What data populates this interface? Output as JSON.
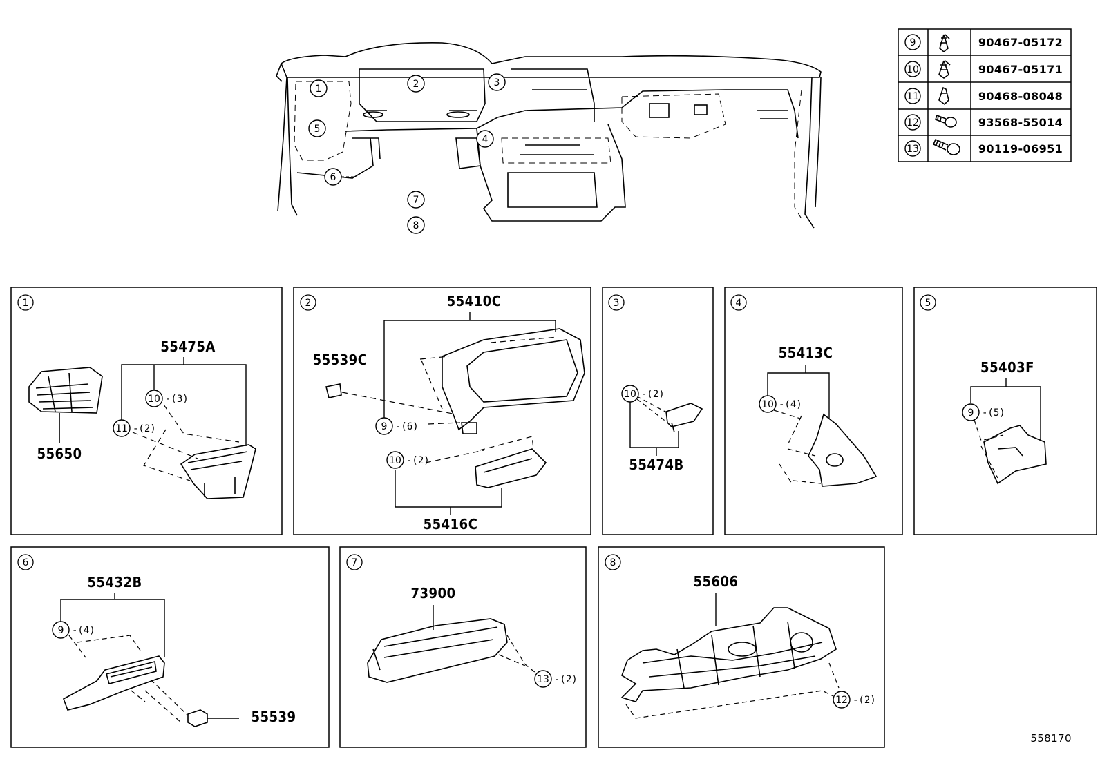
{
  "legend": [
    {
      "ref": "9",
      "part": "90467-05172",
      "icon": "clip-icon"
    },
    {
      "ref": "10",
      "part": "90467-05171",
      "icon": "clip-icon"
    },
    {
      "ref": "11",
      "part": "90468-08048",
      "icon": "clip-icon"
    },
    {
      "ref": "12",
      "part": "93568-55014",
      "icon": "screw-icon"
    },
    {
      "ref": "13",
      "part": "90119-06951",
      "icon": "bolt-icon"
    }
  ],
  "overview_callouts": [
    "1",
    "2",
    "3",
    "4",
    "5",
    "6",
    "7",
    "8"
  ],
  "panels": {
    "p1": {
      "num": "1",
      "parts": [
        "55475A",
        "55650"
      ],
      "refs": [
        {
          "ref": "10",
          "qty": "-(3)"
        },
        {
          "ref": "11",
          "qty": "-(2)"
        }
      ]
    },
    "p2": {
      "num": "2",
      "parts": [
        "55410C",
        "55539C",
        "55416C"
      ],
      "refs": [
        {
          "ref": "9",
          "qty": "-(6)"
        },
        {
          "ref": "10",
          "qty": "-(2)"
        }
      ]
    },
    "p3": {
      "num": "3",
      "parts": [
        "55474B"
      ],
      "refs": [
        {
          "ref": "10",
          "qty": "-(2)"
        }
      ]
    },
    "p4": {
      "num": "4",
      "parts": [
        "55413C"
      ],
      "refs": [
        {
          "ref": "10",
          "qty": "-(4)"
        }
      ]
    },
    "p5": {
      "num": "5",
      "parts": [
        "55403F"
      ],
      "refs": [
        {
          "ref": "9",
          "qty": "-(5)"
        }
      ]
    },
    "p6": {
      "num": "6",
      "parts": [
        "55432B",
        "55539"
      ],
      "refs": [
        {
          "ref": "9",
          "qty": "-(4)"
        }
      ]
    },
    "p7": {
      "num": "7",
      "parts": [
        "73900"
      ],
      "refs": [
        {
          "ref": "13",
          "qty": "-(2)"
        }
      ]
    },
    "p8": {
      "num": "8",
      "parts": [
        "55606"
      ],
      "refs": [
        {
          "ref": "12",
          "qty": "-(2)"
        }
      ]
    }
  },
  "diagram_id": "558170"
}
